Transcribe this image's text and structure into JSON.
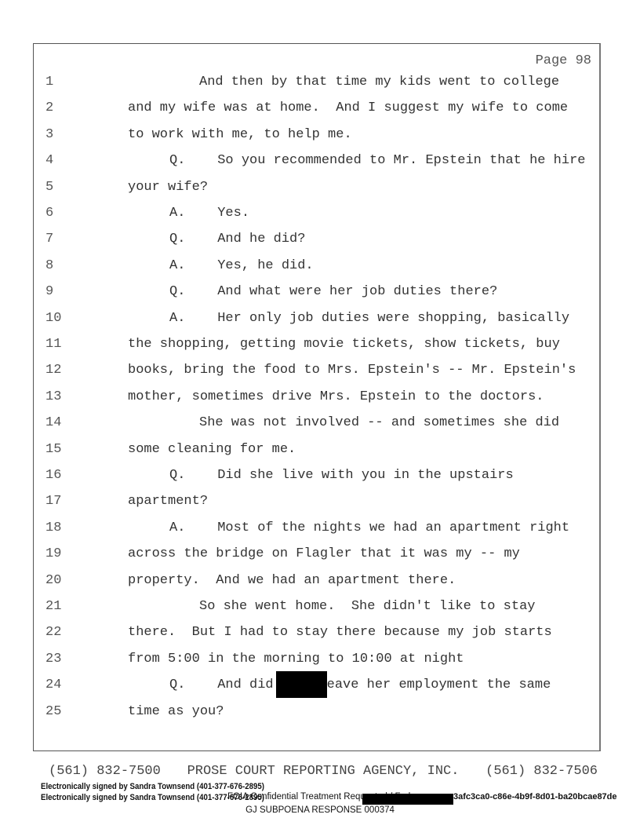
{
  "page_label": "Page 98",
  "lines": [
    {
      "n": "1",
      "t": "And then by that time my kids went to college"
    },
    {
      "n": "2",
      "t": "and my wife was at home.  And I suggest my wife to come"
    },
    {
      "n": "3",
      "t": "to work with me, to help me."
    },
    {
      "n": "4",
      "t": "Q.    So you recommended to Mr. Epstein that he hire"
    },
    {
      "n": "5",
      "t": "your wife?"
    },
    {
      "n": "6",
      "t": "A.    Yes."
    },
    {
      "n": "7",
      "t": "Q.    And he did?"
    },
    {
      "n": "8",
      "t": "A.    Yes, he did."
    },
    {
      "n": "9",
      "t": "Q.    And what were her job duties there?"
    },
    {
      "n": "10",
      "t": "A.    Her only job duties were shopping, basically"
    },
    {
      "n": "11",
      "t": "the shopping, getting movie tickets, show tickets, buy"
    },
    {
      "n": "12",
      "t": "books, bring the food to Mrs. Epstein's -- Mr. Epstein's"
    },
    {
      "n": "13",
      "t": "mother, sometimes drive Mrs. Epstein to the doctors."
    },
    {
      "n": "14",
      "t": "She was not involved -- and sometimes she did"
    },
    {
      "n": "15",
      "t": "some cleaning for me."
    },
    {
      "n": "16",
      "t": "Q.    Did she live with you in the upstairs"
    },
    {
      "n": "17",
      "t": "apartment?"
    },
    {
      "n": "18",
      "t": "A.    Most of the nights we had an apartment right"
    },
    {
      "n": "19",
      "t": "across the bridge on Flagler that it was my -- my"
    },
    {
      "n": "20",
      "t": "property.  And we had an apartment there."
    },
    {
      "n": "21",
      "t": "So she went home.  She didn't like to stay"
    },
    {
      "n": "22",
      "t": "there.  But I had to stay there because my job starts"
    },
    {
      "n": "23",
      "t": "from 5:00 in the morning to 10:00 at night"
    },
    {
      "n": "24",
      "t": "Q.    And did",
      "t2": "eave her employment the same"
    },
    {
      "n": "25",
      "t": "time as you?"
    }
  ],
  "footer": {
    "phone_left": "(561) 832-7500",
    "agency": "PROSE COURT REPORTING AGENCY, INC.",
    "phone_right": "(561) 832-7506"
  },
  "signatures": [
    "Electronically signed by Sandra Townsend (401-377-676-2895)",
    "Electronically signed by Sandra Townsend (401-377-676-2895)"
  ],
  "foia": "FOIA Confidential Treatment Requested / Fed.",
  "hash": "3afc3ca0-c86e-4b9f-8d01-ba20bcae87de",
  "bates": "GJ SUBPOENA RESPONSE 000374"
}
